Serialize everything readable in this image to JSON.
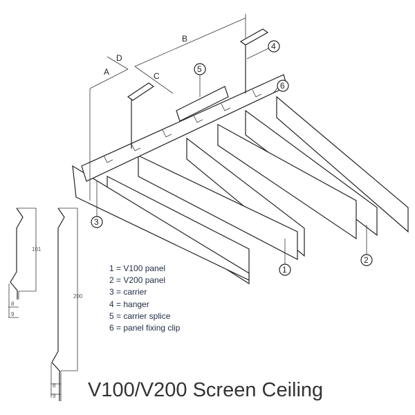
{
  "dimensions": {
    "a": "A",
    "b": "B",
    "c": "C",
    "d": "D"
  },
  "callouts": [
    "1",
    "2",
    "3",
    "4",
    "5",
    "6"
  ],
  "profile_dims": {
    "v100_height": "101",
    "v200_height": "200",
    "v100_w1": "8",
    "v100_w2": "9",
    "v200_w1": "8",
    "v200_w2": "9"
  },
  "legend": [
    "1 = V100 panel",
    "2 = V200 panel",
    "3 = carrier",
    "4 = hanger",
    "5 = carrier splice",
    "6 = panel fixing clip"
  ],
  "title": "V100/V200 Screen Ceiling"
}
